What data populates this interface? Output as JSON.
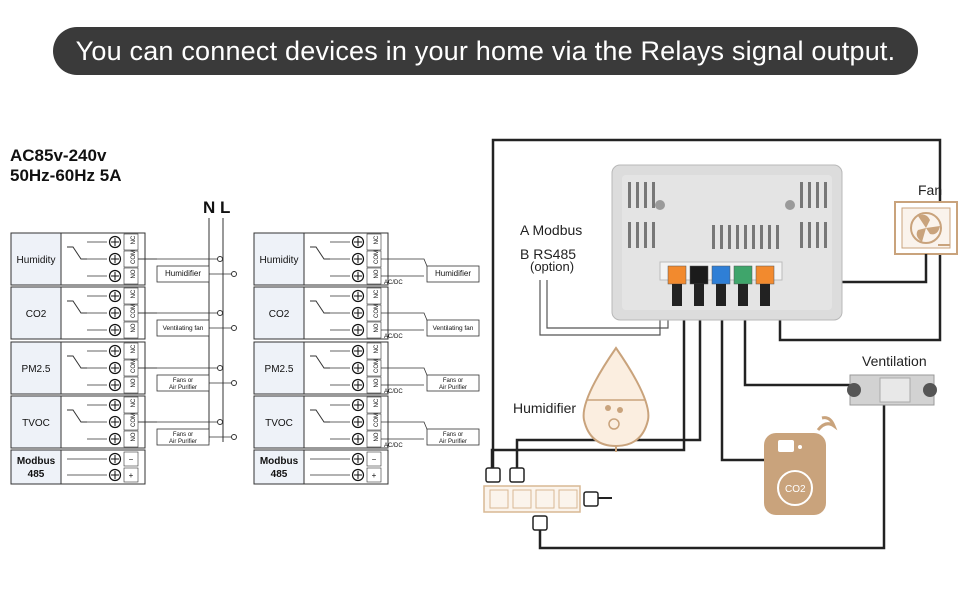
{
  "banner": "You can connect devices in your home via the Relays signal output.",
  "power_spec": {
    "line1": "AC85v-240v",
    "line2": "50Hz-60Hz  5A"
  },
  "n_l": "N L",
  "terminal_labels": {
    "nc": "NC",
    "com": "COM",
    "no": "NO",
    "minus": "−",
    "plus": "+"
  },
  "left_panel": {
    "sections": [
      {
        "label": "Humidity",
        "device": "Humidifier"
      },
      {
        "label": "CO2",
        "device": "Ventilating fan"
      },
      {
        "label": "PM2.5",
        "device": "Fans or Air Purifier"
      },
      {
        "label": "TVOC",
        "device": "Fans or Air Purifier"
      }
    ],
    "modbus": {
      "line1": "Modbus",
      "line2": "485"
    }
  },
  "middle_panel": {
    "sections": [
      {
        "label": "Humidity",
        "device": "Humidifier",
        "supply": "AC/DC"
      },
      {
        "label": "CO2",
        "device": "Ventilating fan",
        "supply": "AC/DC"
      },
      {
        "label": "PM2.5",
        "device": "Fans or Air Purifier",
        "supply": "AC/DC"
      },
      {
        "label": "TVOC",
        "device": "Fans or Air Purifier",
        "supply": "AC/DC"
      }
    ],
    "modbus": {
      "line1": "Modbus",
      "line2": "485"
    }
  },
  "right_diagram": {
    "modbus_a": "A Modbus",
    "rs485_b": "B RS485",
    "rs485_option": "(option)",
    "fan": "Fan",
    "ventilation": "Ventilation",
    "humidifier": "Humidifier",
    "co2": "CO2",
    "port_colors": [
      "#f28a2e",
      "#1b1b1b",
      "#2f7fd6",
      "#3fa56b",
      "#f28a2e"
    ]
  }
}
